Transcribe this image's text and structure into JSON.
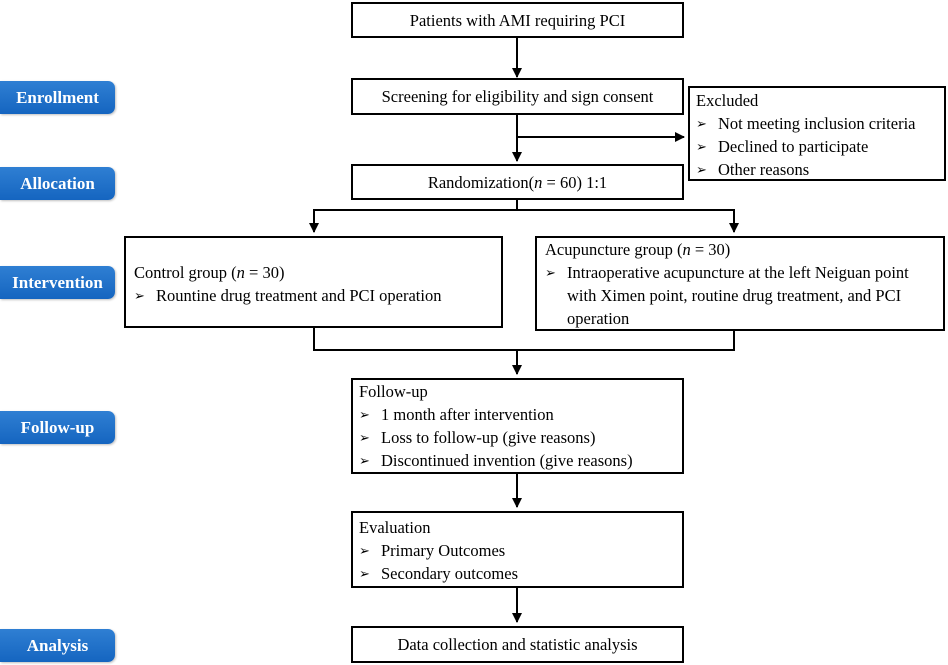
{
  "stages": {
    "enrollment": "Enrollment",
    "allocation": "Allocation",
    "intervention": "Intervention",
    "followup": "Follow-up",
    "analysis": "Analysis"
  },
  "boxes": {
    "patients": "Patients with AMI requiring PCI",
    "screening": "Screening for eligibility and sign consent",
    "excluded": {
      "title": "Excluded",
      "items": [
        "Not meeting inclusion criteria",
        "Declined to participate",
        "Other reasons"
      ]
    },
    "randomization": {
      "prefix": "Randomization(",
      "n": "n",
      "suffix": " = 60)  1:1"
    },
    "control": {
      "title_prefix": "Control group (",
      "n": "n",
      "title_suffix": " = 30)",
      "items": [
        "Rountine drug treatment and PCI operation"
      ]
    },
    "acupuncture": {
      "title_prefix": "Acupuncture group (",
      "n": "n",
      "title_suffix": " = 30)",
      "items": [
        "Intraoperative acupuncture at the left Neiguan point with Ximen point, routine drug treatment, and PCI operation"
      ]
    },
    "followup": {
      "title": "Follow-up",
      "items": [
        "1 month after intervention",
        "Loss to follow-up (give reasons)",
        "Discontinued invention (give reasons)"
      ]
    },
    "evaluation": {
      "title": "Evaluation",
      "items": [
        "Primary  Outcomes",
        "Secondary outcomes"
      ]
    },
    "analysis": "Data collection and statistic analysis"
  },
  "bullet_glyph": "➢",
  "colors": {
    "stage_fill": "#1565c0",
    "stage_text": "#ffffff",
    "line": "#000000"
  }
}
